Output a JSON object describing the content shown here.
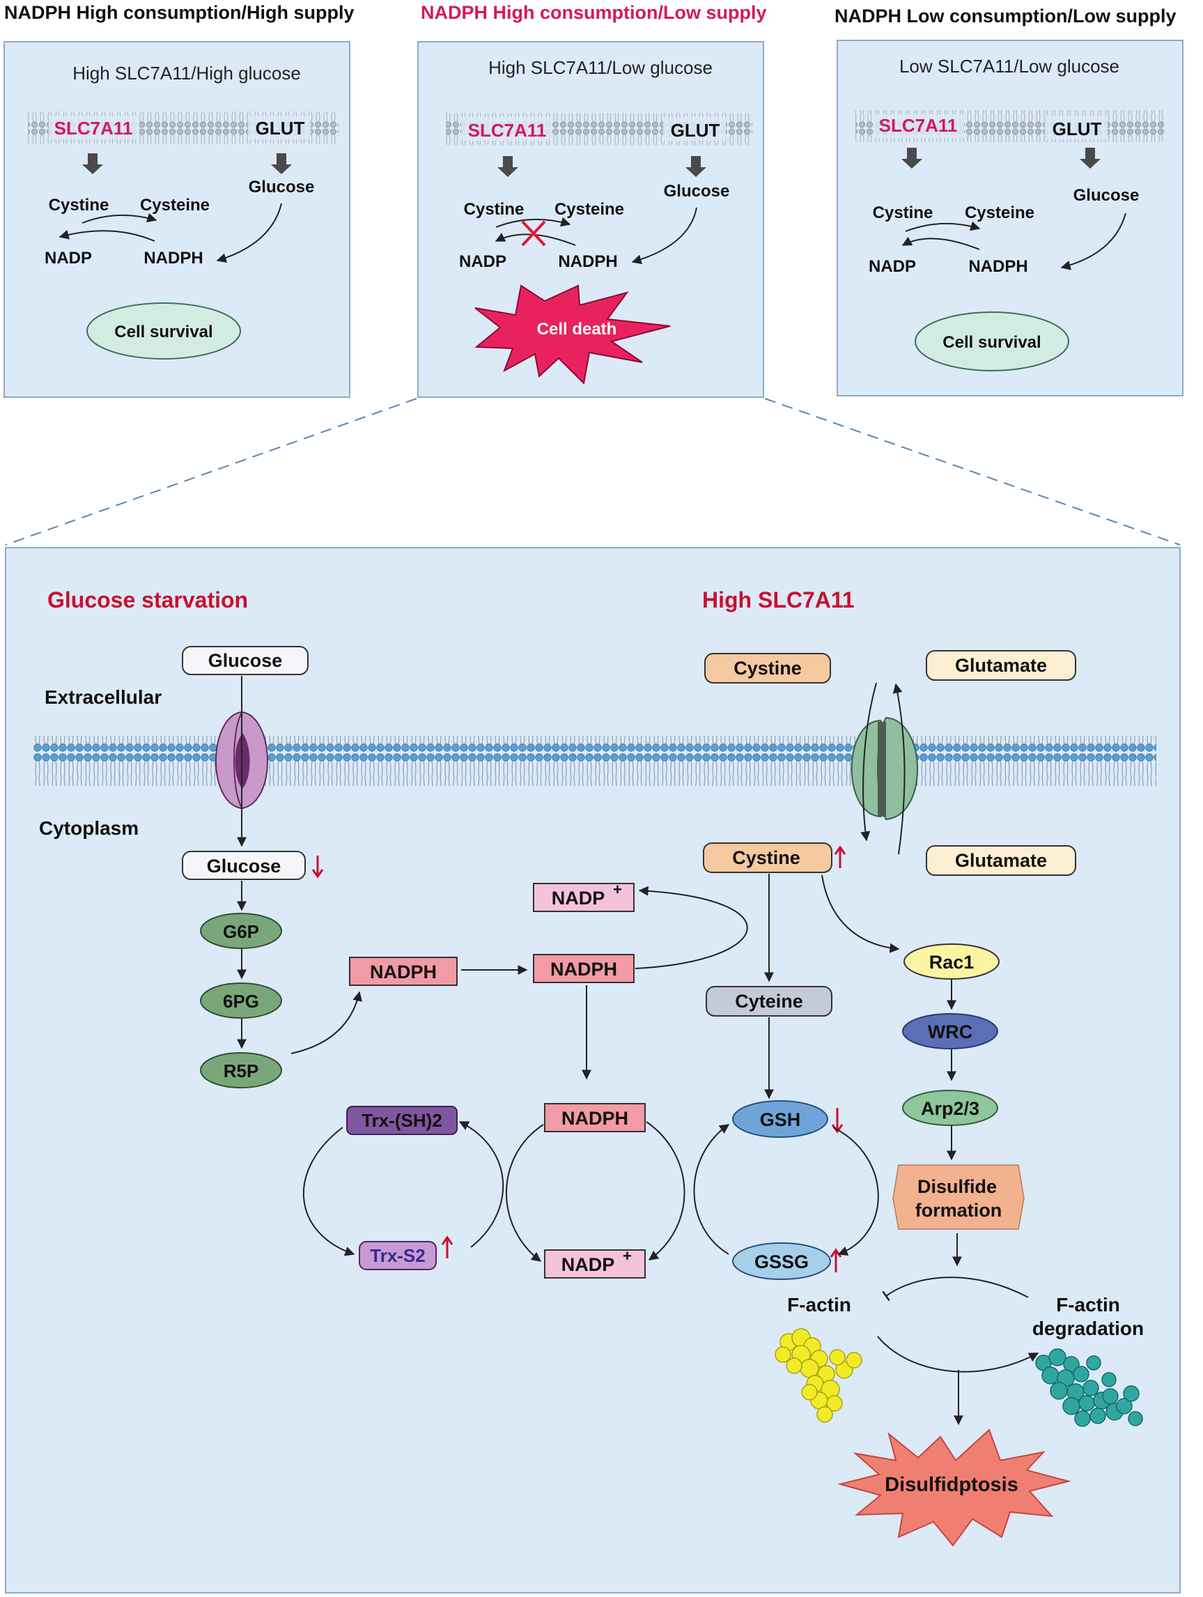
{
  "top_panels": [
    {
      "header": "NADPH High consumption/High supply",
      "subtitle": "High SLC7A11/High glucose",
      "transporter": "SLC7A11",
      "glut": "GLUT",
      "glucose": "Glucose",
      "cystine": "Cystine",
      "cysteine": "Cysteine",
      "nadp": "NADP",
      "nadph": "NADPH",
      "outcome": "Cell survival"
    },
    {
      "header": "NADPH High consumption/Low supply",
      "subtitle": "High SLC7A11/Low glucose",
      "transporter": "SLC7A11",
      "glut": "GLUT",
      "glucose": "Glucose",
      "cystine": "Cystine",
      "cysteine": "Cysteine",
      "nadp": "NADP",
      "nadph": "NADPH",
      "outcome": "Cell death"
    },
    {
      "header": "NADPH Low consumption/Low supply",
      "subtitle": "Low SLC7A11/Low glucose",
      "transporter": "SLC7A11",
      "glut": "GLUT",
      "glucose": "Glucose",
      "cystine": "Cystine",
      "cysteine": "Cysteine",
      "nadp": "NADP",
      "nadph": "NADPH",
      "outcome": "Cell survival"
    }
  ],
  "main": {
    "left_title": "Glucose starvation",
    "right_title": "High SLC7A11",
    "extracellular": "Extracellular",
    "cytoplasm": "Cytoplasm",
    "glucose_out": "Glucose",
    "glucose_in": "Glucose",
    "g6p": "G6P",
    "pg6": "6PG",
    "r5p": "R5P",
    "nadph_1": "NADPH",
    "nadph_2": "NADPH",
    "nadph_3": "NADPH",
    "nadp_plus_top": "NADP",
    "nadp_plus_bottom": "NADP",
    "plus": "+",
    "trx_sh2": "Trx-(SH)2",
    "trx_s2": "Trx-S2",
    "cystine_out": "Cystine",
    "glutamate_out": "Glutamate",
    "cystine_in": "Cystine",
    "glutamate_in": "Glutamate",
    "cyteine": "Cyteine",
    "gsh": "GSH",
    "gssg": "GSSG",
    "rac1": "Rac1",
    "wrc": "WRC",
    "arp23": "Arp2/3",
    "disulfide_1": "Disulfide",
    "disulfide_2": "formation",
    "factin": "F-actin",
    "factin_deg_1": "F-actin",
    "factin_deg_2": "degradation",
    "disulfidptosis": "Disulfidptosis"
  },
  "colors": {
    "panel_bg": "#dce9f7",
    "panel_border": "#8ea9c6",
    "accent_red": "#c8102e",
    "pink_red": "#d6175f",
    "nadph_box": "#f29aa5",
    "nadp_box": "#f5c2dc",
    "green_ellipse": "#7aa77a",
    "cystine_box": "#f6c9a1",
    "glutamate_box": "#fdefd2",
    "cyteine_box": "#c3cbd9",
    "gsh_ellipse": "#6fa4d8",
    "gssg_ellipse": "#a6cfea",
    "trx_sh2": "#7f56a0",
    "trx_s2": "#c79ad6",
    "rac1": "#fbf5a3",
    "wrc": "#5a6fb5",
    "arp23": "#8fc69b",
    "disulfide": "#f2b18f",
    "burst": "#e8225f",
    "disulfidptosis_burst": "#f07f73"
  }
}
